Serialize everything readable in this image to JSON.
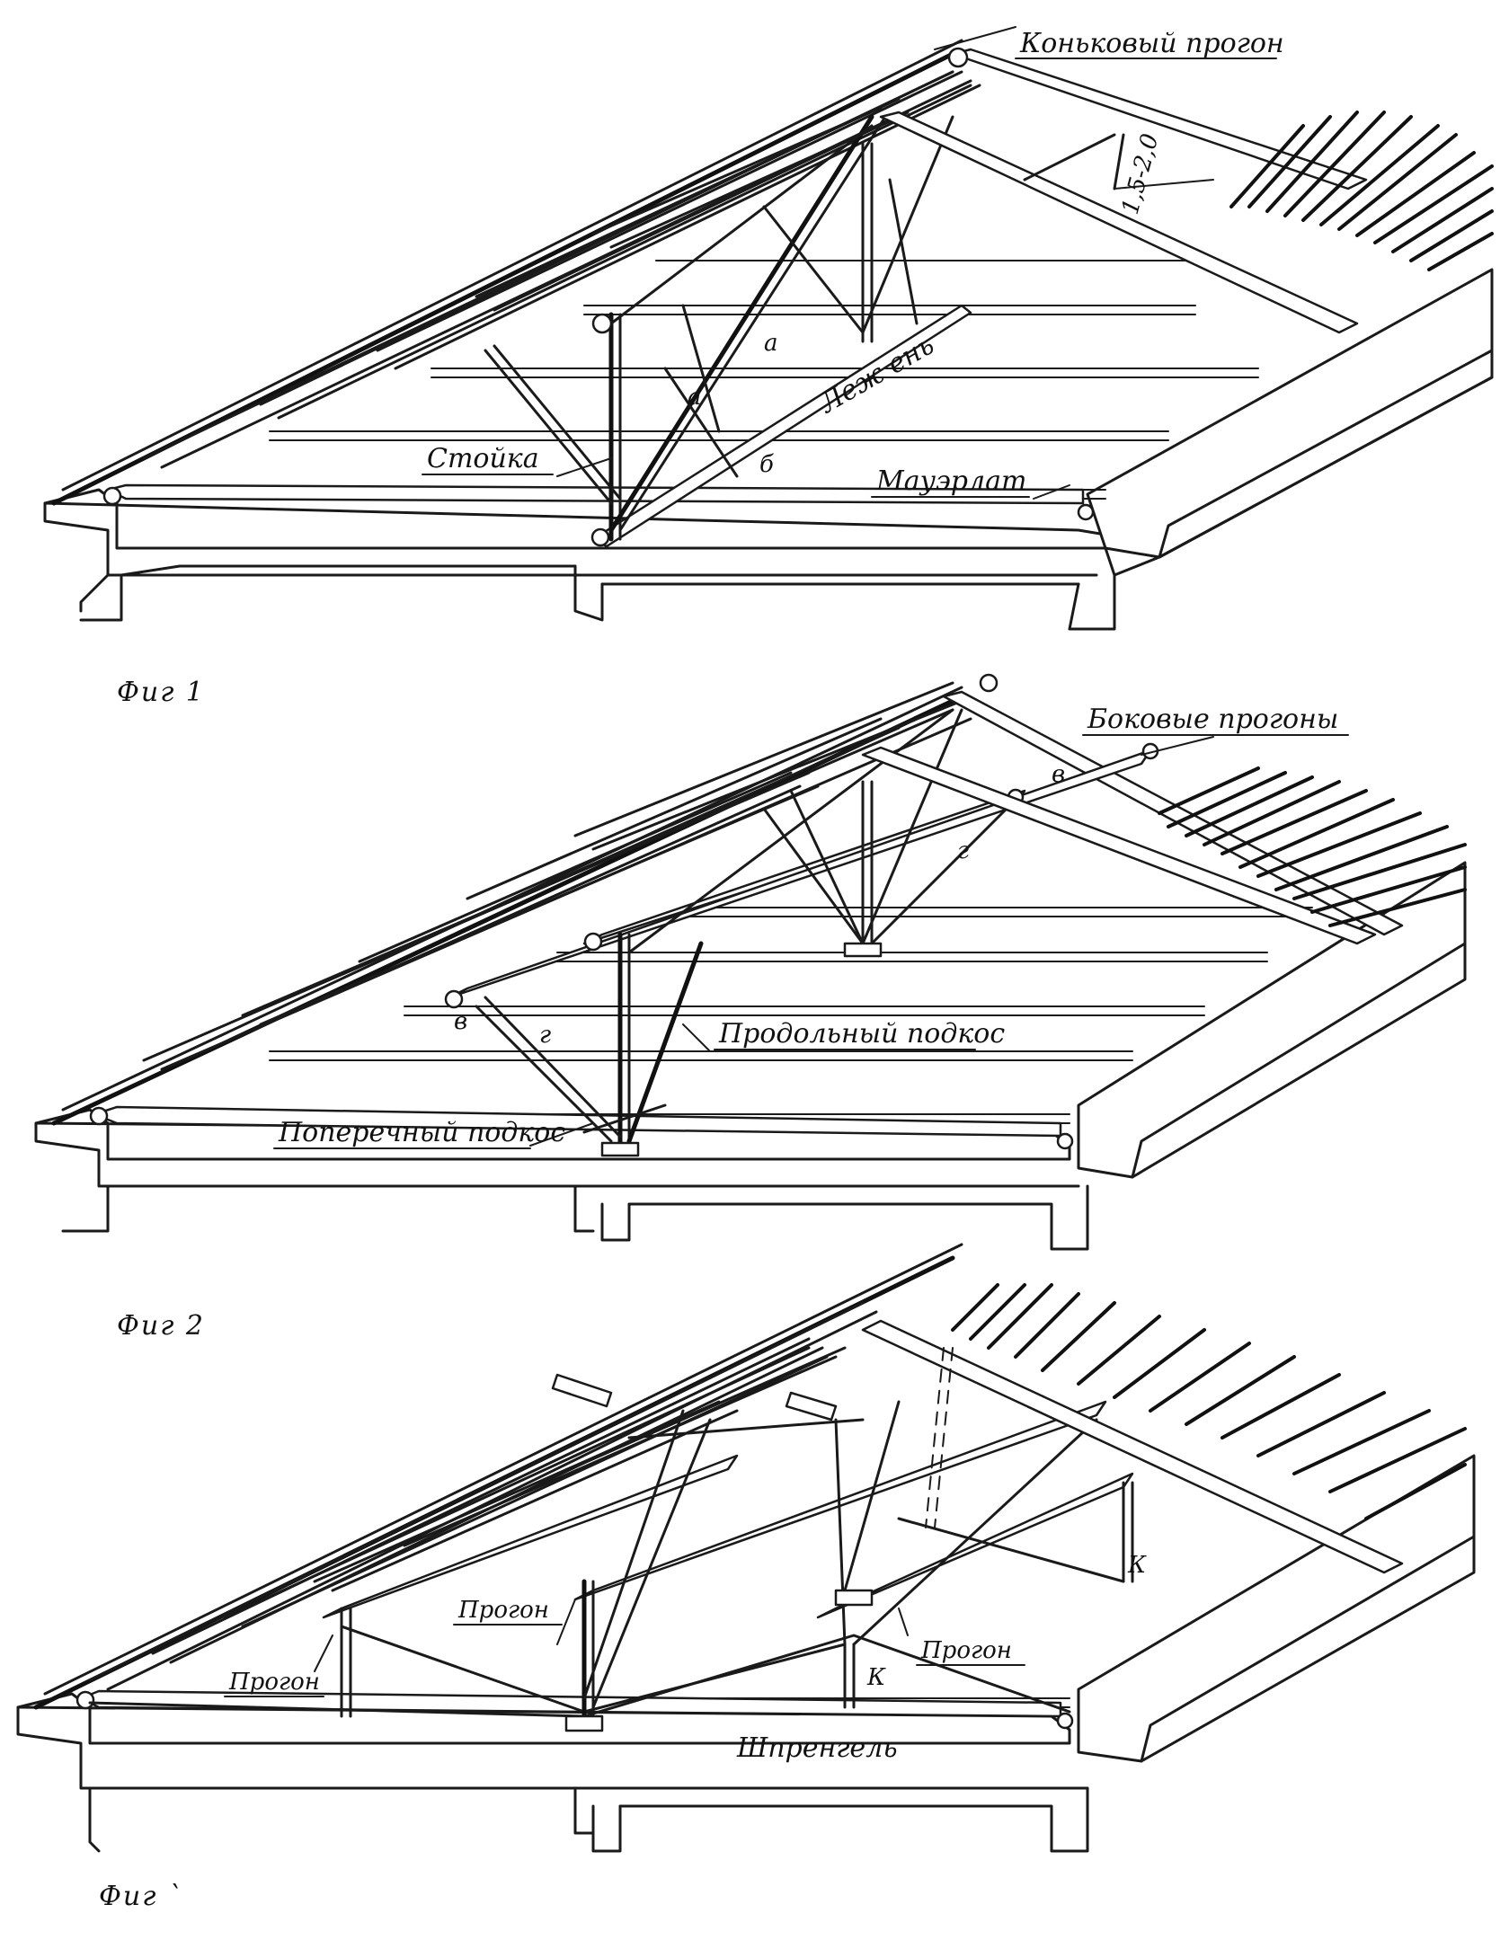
{
  "figures": [
    {
      "caption": "Фиг 1",
      "labels": {
        "ridge_purlin": "Коньковый прогон",
        "dimension": "1,5-2,0",
        "post": "Стойка",
        "sill": "Леж  ень",
        "wall_plate": "Мауэрлат",
        "mark_a1": "а",
        "mark_a2": "а",
        "mark_b": "б"
      }
    },
    {
      "caption": "Фиг 2",
      "labels": {
        "side_purlins": "Боковые прогоны",
        "longitudinal_strut": "Продольный подкос",
        "transverse_strut": "Поперечный подкос",
        "mark_v1": "в",
        "mark_g1": "г",
        "mark_v2": "в",
        "mark_g2": "г"
      }
    },
    {
      "caption": "Фиг `",
      "labels": {
        "purlin_top": "Прогон",
        "purlin_right": "Прогон",
        "purlin_left": "Прогон",
        "truss": "Шпренгель",
        "mark_k1": "К",
        "mark_k2": "К"
      }
    }
  ]
}
